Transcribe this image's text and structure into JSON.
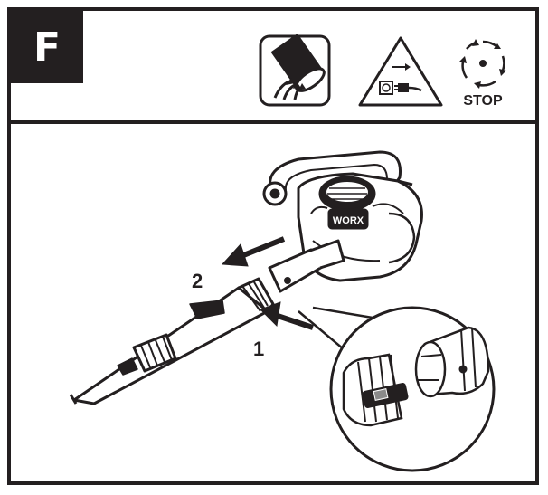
{
  "panel": {
    "label": "F",
    "stop_text": "STOP"
  },
  "illustration": {
    "step_1": "1",
    "step_2": "2",
    "brand_mark": "WORX"
  },
  "icons": [
    "tube-airflow-icon",
    "unplug-warning-icon",
    "stop-rotating-blades-icon"
  ],
  "colors": {
    "ink": "#231f20",
    "background": "#ffffff",
    "shade": "#8a8a8a"
  }
}
